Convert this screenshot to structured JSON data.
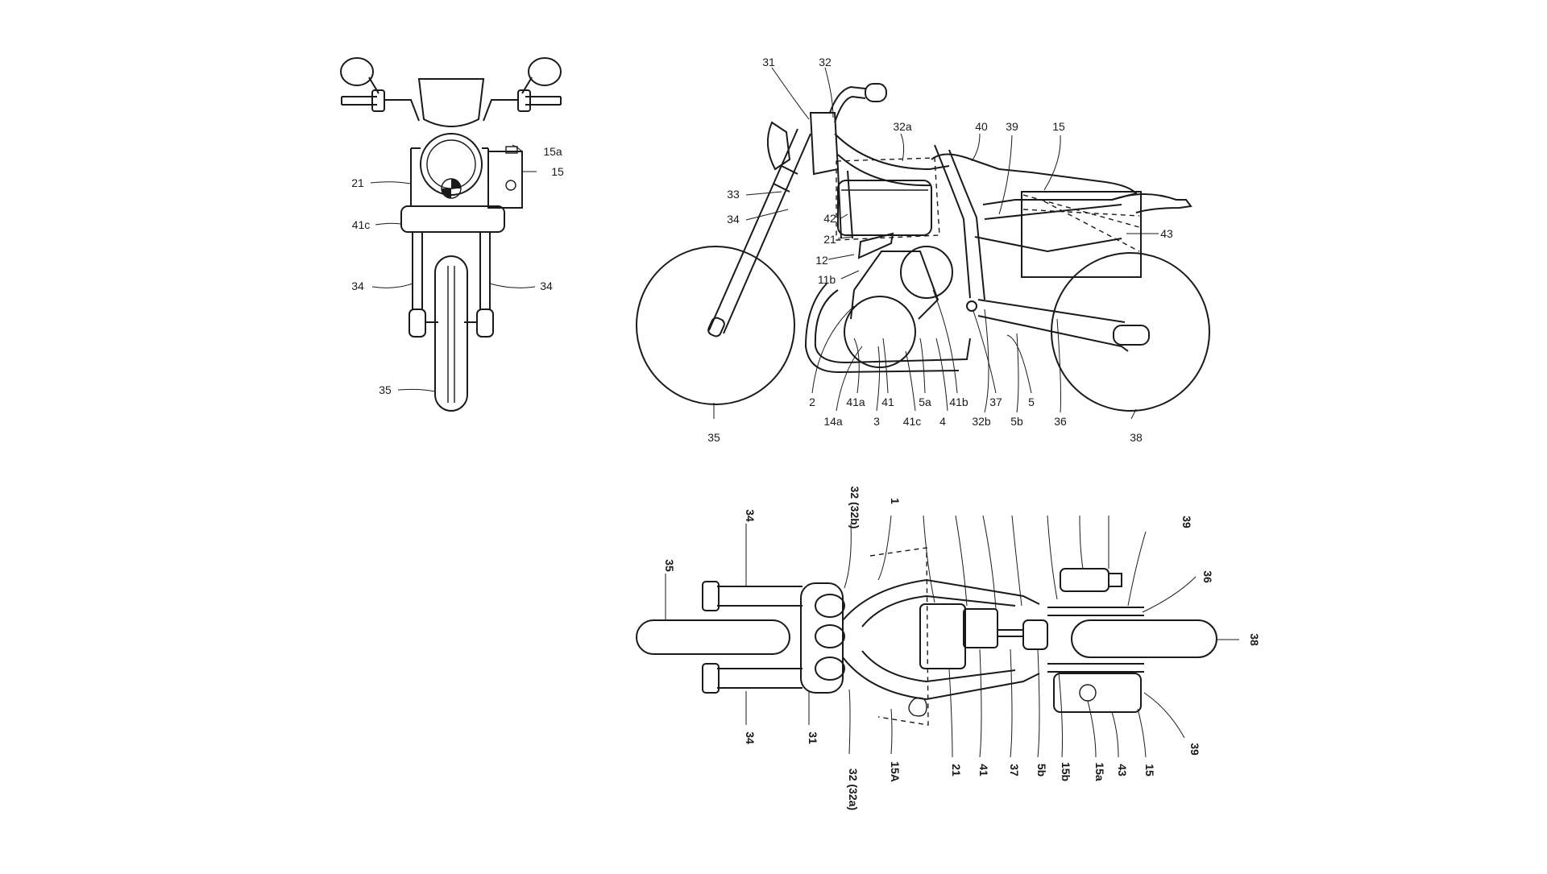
{
  "front_view": {
    "labels": {
      "l15a": "15a",
      "l15": "15",
      "l21": "21",
      "l41c": "41c",
      "l34_left": "34",
      "l34_right": "34",
      "l35": "35"
    }
  },
  "side_view": {
    "labels": {
      "l31": "31",
      "l32": "32",
      "l32a": "32a",
      "l40": "40",
      "l39": "39",
      "l15": "15",
      "l33": "33",
      "l34": "34",
      "l42": "42",
      "l21": "21",
      "l12": "12",
      "l11b": "11b",
      "l43": "43",
      "l2": "2",
      "l41a": "41a",
      "l41": "41",
      "l5a": "5a",
      "l41b": "41b",
      "l37": "37",
      "l5": "5",
      "l14a": "14a",
      "l3": "3",
      "l41c": "41c",
      "l4": "4",
      "l32b": "32b",
      "l5b": "5b",
      "l36": "36",
      "l35": "35",
      "l38": "38"
    }
  },
  "top_view": {
    "labels": {
      "l35": "35",
      "l34_top": "34",
      "l32_32b": "32 (32b)",
      "l1": "1",
      "l39_top": "39",
      "l36": "36",
      "l38": "38",
      "l34_bottom": "34",
      "l31": "31",
      "l32_32a": "32 (32a)",
      "l15A": "15A",
      "l21": "21",
      "l41": "41",
      "l37": "37",
      "l5b": "5b",
      "l15b": "15b",
      "l15a": "15a",
      "l43": "43",
      "l15": "15",
      "l39_bottom": "39"
    }
  }
}
